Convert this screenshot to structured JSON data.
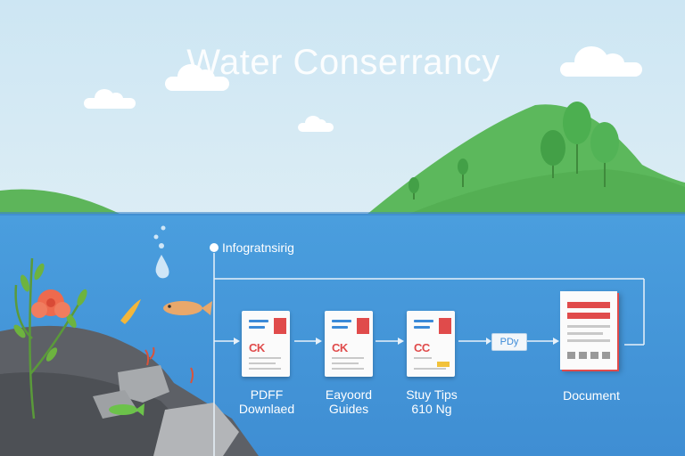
{
  "title": "Water Conserrancy",
  "flow": {
    "label": "Infogratnsirig",
    "steps": [
      {
        "tag": "CK",
        "line1": "PDFF",
        "line2": "Downlaed"
      },
      {
        "tag": "CK",
        "line1": "Eayoord",
        "line2": "Guides"
      },
      {
        "tag": "CC",
        "line1": "Stuy Tips",
        "line2": "610 Ng"
      }
    ],
    "badge": "PDy",
    "final_label": "Document"
  },
  "colors": {
    "sky": "#cde6f3",
    "water": "#4a9ede",
    "hill": "#5cb85c",
    "accent_red": "#e04b4b",
    "accent_blue": "#3b8ad8"
  }
}
